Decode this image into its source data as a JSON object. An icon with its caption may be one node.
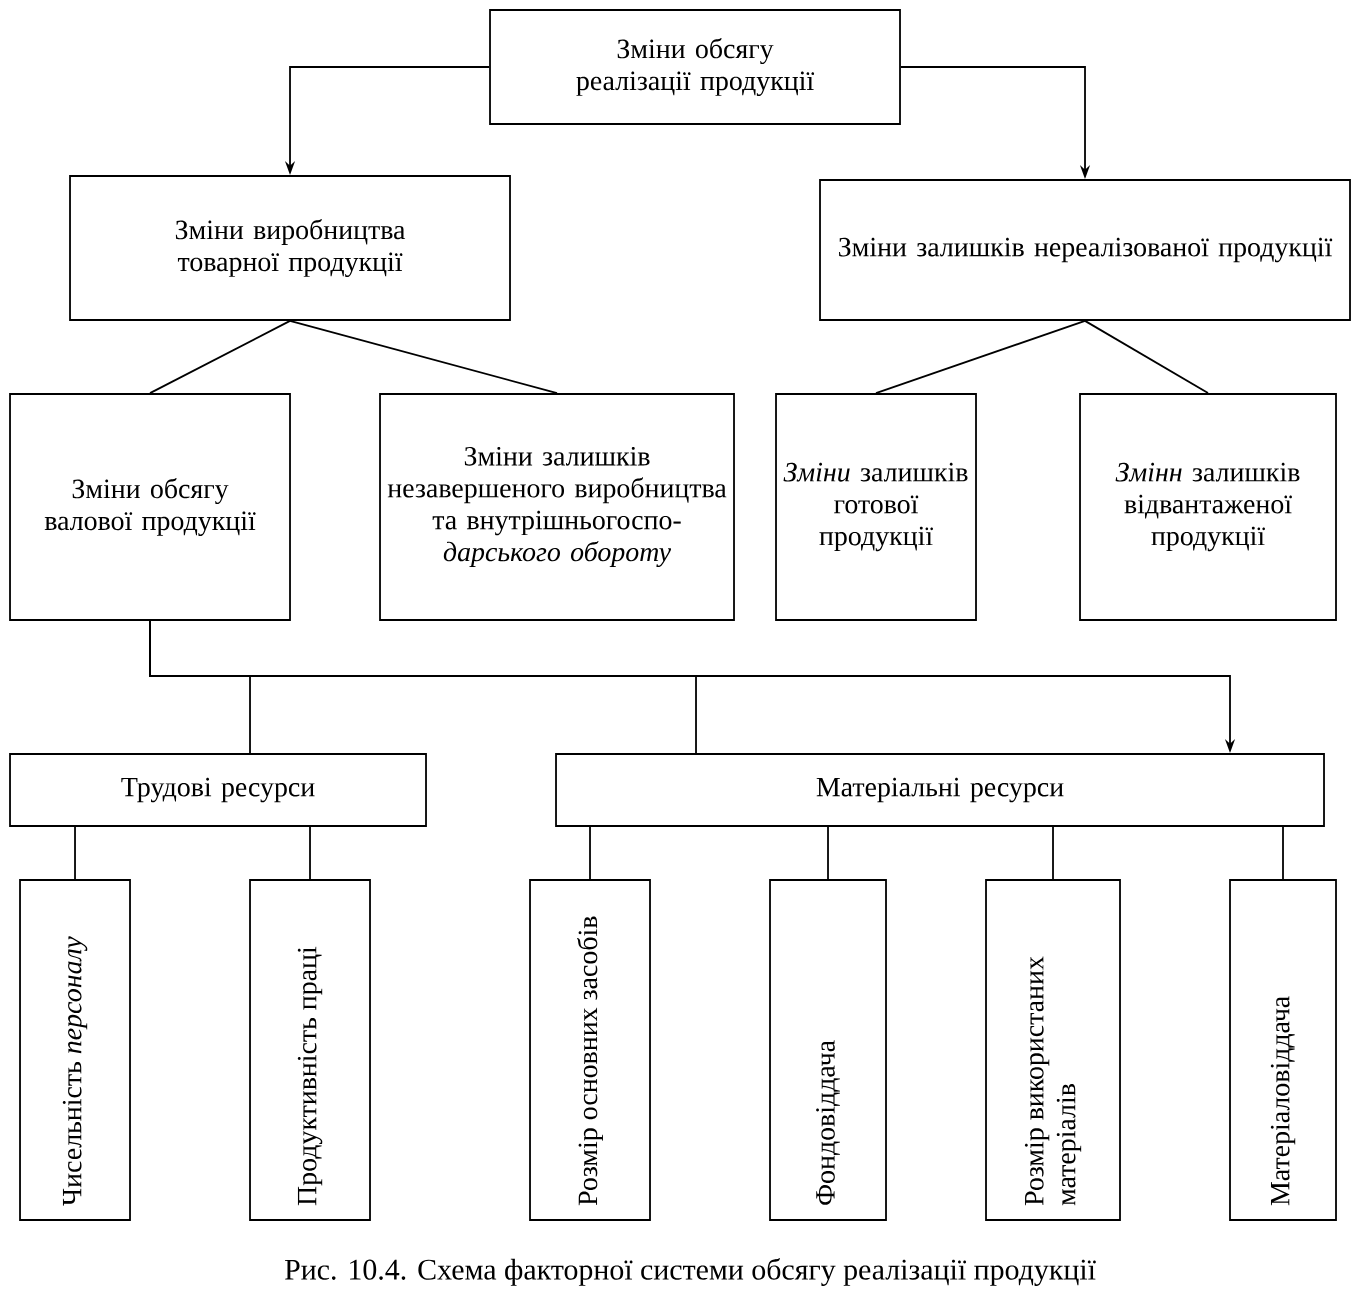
{
  "diagram": {
    "caption": "Рис. 10.4. Схема факторної системи обсягу реалізації продукції",
    "nodes": [
      {
        "text": [
          "Зміни обсягу реалізації продукції"
        ]
      },
      {
        "text": [
          "Зміни виробництва товарної продукції"
        ]
      },
      {
        "text": [
          "Зміни залишків нереалізованої продукції"
        ]
      },
      {
        "text": [
          "Зміни обсягу валової продукції"
        ]
      },
      {
        "text": [
          "Зміни залишків незавершеного виробництва та внутрішньогоспо-*дарського обороту*"
        ]
      },
      {
        "text": [
          "*Зміни* залишків готової продукції"
        ]
      },
      {
        "text": [
          "*Змінн* залишків відвантаженої продукції"
        ]
      },
      {
        "text": [
          "Трудові ресурси"
        ]
      },
      {
        "text": [
          "Матеріальні ресурси"
        ]
      },
      {
        "text": [
          "Чисельність *персоналу*"
        ]
      },
      {
        "text": [
          "Продуктивність праці"
        ]
      },
      {
        "text": [
          "Розмір основних засобів"
        ]
      },
      {
        "text": [
          "Фондовіддача"
        ]
      },
      {
        "text": [
          "Розмір використаних матеріалів"
        ]
      },
      {
        "text": [
          "Матеріаловіддача"
        ]
      }
    ],
    "edges": [
      {
        "from": 0,
        "to": 1,
        "arrow": "to"
      },
      {
        "from": 0,
        "to": 2,
        "arrow": "to"
      },
      {
        "from": 1,
        "to": 3,
        "arrow": "none"
      },
      {
        "from": 1,
        "to": 4,
        "arrow": "none"
      },
      {
        "from": 2,
        "to": 5,
        "arrow": "none"
      },
      {
        "from": 2,
        "to": 6,
        "arrow": "none"
      },
      {
        "from": 3,
        "to": 7,
        "arrow": "none"
      },
      {
        "from": 3,
        "to": 8,
        "arrow": "none"
      },
      {
        "from": 3,
        "to": 8,
        "arrow": "to"
      },
      {
        "from": 7,
        "to": 9,
        "arrow": "none"
      },
      {
        "from": 7,
        "to": 10,
        "arrow": "none"
      },
      {
        "from": 8,
        "to": 11,
        "arrow": "none"
      },
      {
        "from": 8,
        "to": 12,
        "arrow": "none"
      },
      {
        "from": 8,
        "to": 13,
        "arrow": "none"
      },
      {
        "from": 8,
        "to": 14,
        "arrow": "none"
      }
    ]
  }
}
